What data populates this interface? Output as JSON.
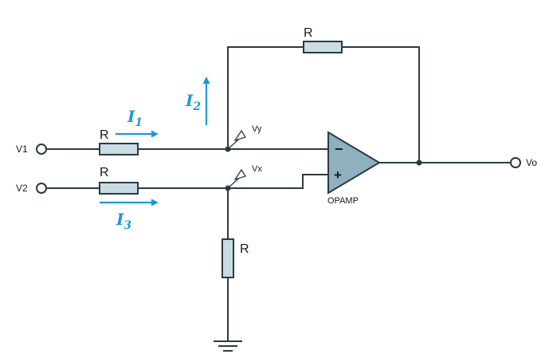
{
  "colors": {
    "wire": "#2b3a42",
    "component_fill": "#c9dbe3",
    "opamp_fill": "#8fb0bd",
    "current_arrow": "#1a9ad6"
  },
  "labels": {
    "v1": "V1",
    "v2": "V2",
    "vo": "Vo",
    "vy": "Vy",
    "vx": "Vx",
    "opamp": "OPAMP",
    "r_feedback": "R",
    "r_input1": "R",
    "r_input2": "R",
    "r_ground": "R",
    "minus": "−",
    "plus": "+"
  },
  "currents": {
    "i1": {
      "letter": "I",
      "sub": "1"
    },
    "i2": {
      "letter": "I",
      "sub": "2"
    },
    "i3": {
      "letter": "I",
      "sub": "3"
    }
  }
}
